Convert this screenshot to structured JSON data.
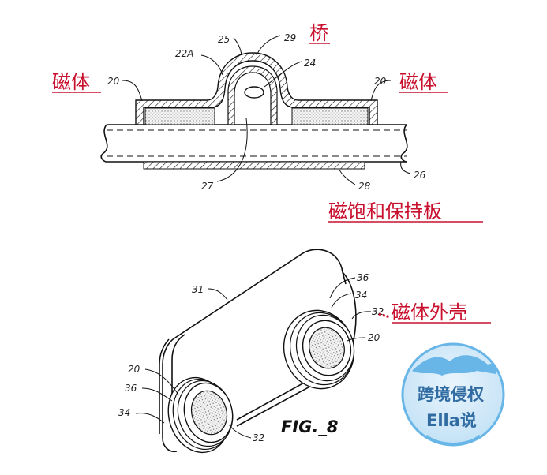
{
  "top_figure": {
    "refs": {
      "r20_left": "20",
      "r20_right": "20",
      "r22a": "22A",
      "r25": "25",
      "r29": "29",
      "r24": "24",
      "r27": "27",
      "r28": "28",
      "r26": "26"
    },
    "annotations": {
      "bridge": "桥",
      "magnet_left": "磁体",
      "magnet_right": "磁体",
      "saturation_plate": "磁饱和保持板"
    }
  },
  "bottom_figure": {
    "refs": {
      "r31": "31",
      "r36_right": "36",
      "r34_right": "34",
      "r32_right": "32",
      "r20_right": "20",
      "r20_left": "20",
      "r36_left": "36",
      "r34_left": "34",
      "r32_left": "32"
    },
    "annotations": {
      "magnet_housing": "磁体外壳"
    },
    "caption": "FIG._8"
  },
  "watermark": {
    "line1": "跨境侵权",
    "line2": "Ella说"
  },
  "colors": {
    "annotation_red": "#c8102e",
    "watermark_blue": "#1f5f9a",
    "watermark_light": "#5bb0e6"
  }
}
